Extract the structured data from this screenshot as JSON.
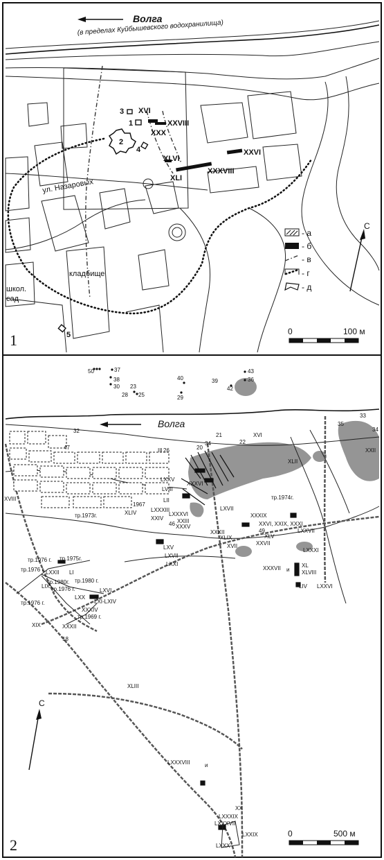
{
  "panel1": {
    "number": "1",
    "river": "Волга",
    "river_note": "(в пределах Куйбышевского водохранилища)",
    "street": "ул. Назаровых",
    "cemetery": "кладбище",
    "school": "школ.",
    "garden": "сад",
    "site_labels": {
      "s1": "1",
      "s2": "2",
      "s3": "3",
      "s4": "4",
      "s5": "5",
      "xvi": "XVI",
      "xxviii": "XXVIII",
      "xxx": "XXX",
      "xxvi": "XXVI",
      "xlvi": "XLVI",
      "xxxviii": "XXXVIII",
      "xli": "XLI"
    },
    "legend": [
      {
        "key": "а",
        "label": "- а"
      },
      {
        "key": "б",
        "label": "- б"
      },
      {
        "key": "в",
        "label": "- в"
      },
      {
        "key": "г",
        "label": "- г"
      },
      {
        "key": "д",
        "label": "- д"
      }
    ],
    "north": "С",
    "scale": {
      "zero": "0",
      "max": "100 м"
    }
  },
  "panel2": {
    "number": "2",
    "river": "Волга",
    "north": "С",
    "scale": {
      "zero": "0",
      "max": "500 м"
    },
    "point_labels": {
      "p50": "50",
      "p37": "37",
      "p38": "38",
      "p30": "30",
      "p23": "23",
      "p28": "28",
      "p25": "25",
      "p40": "40",
      "p29": "29",
      "p39": "39",
      "p42": "42",
      "p43": "43",
      "p36": "36",
      "p33": "33",
      "p35": "35",
      "p34": "34",
      "p32": "32",
      "p47": "47",
      "p26": "26",
      "p21": "21",
      "p22": "22",
      "p20": "20",
      "p46": "46",
      "p18": "18",
      "p49": "49"
    },
    "site_labels": {
      "xvi": "XVI",
      "xxii": "XXII",
      "xlii": "XLII",
      "xviii": "XVIII",
      "xliv": "XLIV",
      "lxxv": "LXXV",
      "lviii": "LVIII",
      "lii": "LII",
      "lxxxvi": "LXXXVI",
      "lxxxiii": "LXXXIII",
      "xxiii": "XXIII",
      "xxiv": "XXIV",
      "xxxvi": "XXXVI",
      "lxvii": "LXVII",
      "xxxv": "XXXV",
      "xxxix": "XXXIX",
      "xxvi_xxix_xxxi": "XXVI, XXIX, XXXI",
      "lxxvii": "LXXVII",
      "xlv": "XLV",
      "xxxii_a": "XXXII",
      "xlix": "XLIX",
      "xvii": "XVII",
      "xxvii": "XXVII",
      "lxxxi": "LXXXI",
      "xxxvii": "XXXVII",
      "xl": "XL",
      "xlviii": "XLVIII",
      "liv": "LIV",
      "lxxvi": "LXXVI",
      "lxv": "LXV",
      "lxvii2": "LXVII",
      "lxxi": "LXXI",
      "lxxii": "LXXII",
      "li": "LI",
      "lix": "LIX",
      "lxx": "LXX",
      "lxvi": "LXVI",
      "lxi_lxiv": "LXI-LXIV",
      "xxxiv": "XXXIV",
      "xix": "XIX",
      "xxxii_b": "XXXII",
      "xliii": "XLIII",
      "lxxxviii": "LXXXVIII",
      "xx": "XX",
      "lxxxix": "LXXXIX",
      "lxxxvii": "LXXXVII",
      "lxxix": "LXXIX",
      "lxxx": "LXXX",
      "i_mark": "и",
      "iii": "III"
    },
    "trench_labels": {
      "t1974": "тр.1974г.",
      "t1973": "тр.1973г.",
      "t1967": "1967",
      "t1976a": "тр.1976 г.",
      "t1975": "тр.1975г.",
      "t1976b": "тр.1976 г.",
      "t1980a": "тр.1980 г.",
      "t1980b": "тр.1980г.",
      "t1976c": "тр.1976 г.",
      "t1976d": "тр.1976 г.",
      "t1969": "тр.1969 г."
    }
  }
}
